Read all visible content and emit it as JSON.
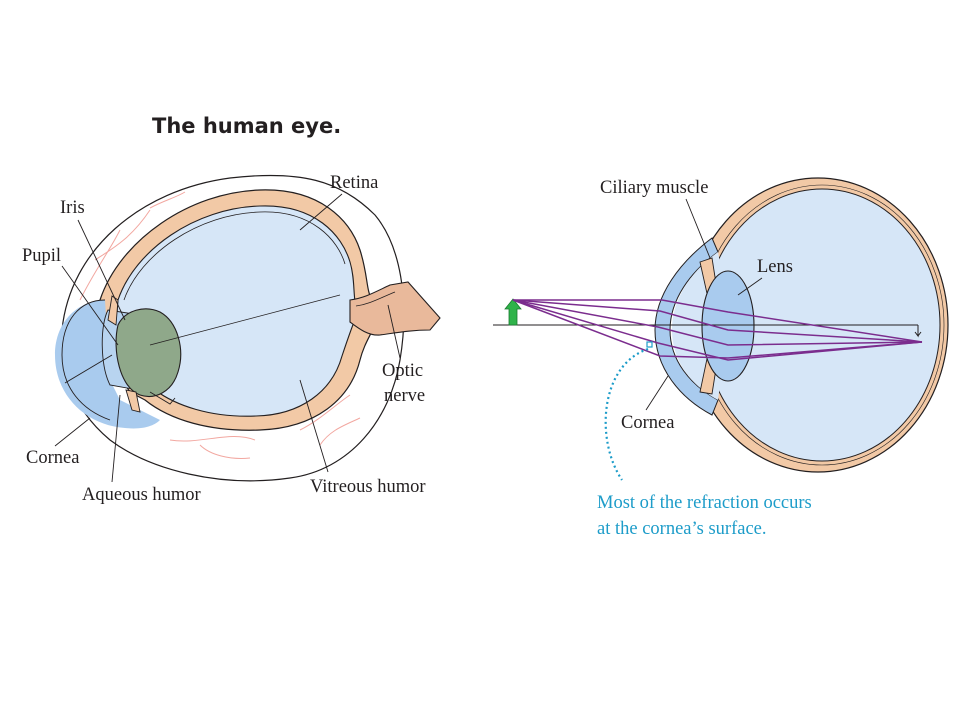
{
  "title": "The human eye.",
  "left_eye": {
    "labels": {
      "retina": "Retina",
      "iris": "Iris",
      "pupil": "Pupil",
      "optic_nerve_line1": "Optic",
      "optic_nerve_line2": "nerve",
      "cornea": "Cornea",
      "aqueous_humor": "Aqueous humor",
      "vitreous_humor": "Vitreous humor"
    }
  },
  "right_eye": {
    "labels": {
      "ciliary_muscle": "Ciliary muscle",
      "lens": "Lens",
      "cornea": "Cornea"
    },
    "note_line1": "Most of the refraction occurs",
    "note_line2": "at the cornea’s surface."
  },
  "colors": {
    "sclera": "#f2c9a6",
    "vitreous": "#d6e6f7",
    "cornea": "#a9cbee",
    "iris": "#8fa88a",
    "optic_nerve": "#e9b99b",
    "rays": "#7b2d8e",
    "object_arrow": "#2fb34a",
    "note": "#1d9cc9"
  }
}
